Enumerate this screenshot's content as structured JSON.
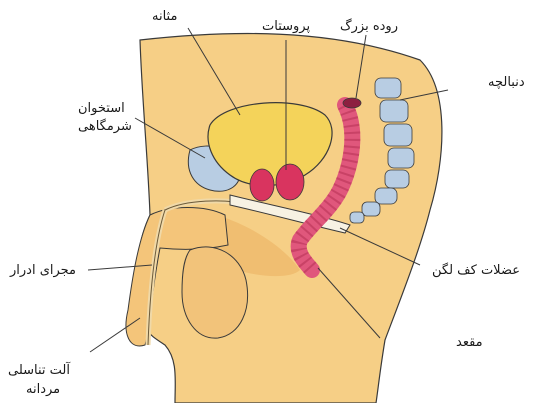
{
  "labels": {
    "bladder": "مثانه",
    "prostate": "پروستات",
    "large_intestine": "روده بزرگ",
    "coccyx": "دنبالچه",
    "pubic_bone_line1": "استخوان",
    "pubic_bone_line2": "شرمگاهی",
    "pelvic_floor": "عضلات کف لگن",
    "urethra": "مجرای ادرار",
    "anus": "مقعد",
    "penis_line1": "آلت تناسلی",
    "penis_line2": "مردانه"
  },
  "colors": {
    "skin": "#f6cf86",
    "skin_shade": "#e9ad5c",
    "bladder": "#f4d35a",
    "prostate": "#d9345f",
    "intestine": "#e0577c",
    "bone": "#b8cde3",
    "outline": "#3a3a3a"
  }
}
